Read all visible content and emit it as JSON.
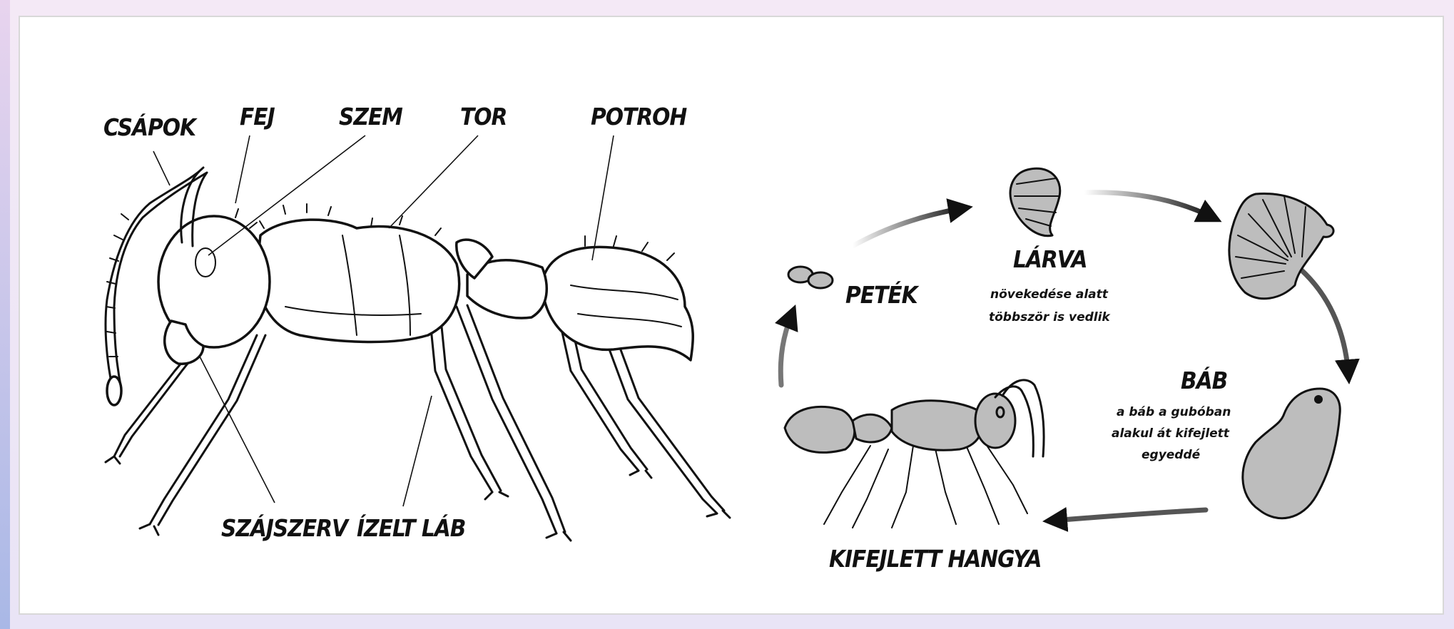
{
  "anatomy": {
    "antennae": "CSÁPOK",
    "head": "FEJ",
    "eye": "SZEM",
    "thorax": "TOR",
    "abdomen": "POTROH",
    "mouthparts": "SZÁJSZERV",
    "jointed_leg": "ÍZELT LÁB"
  },
  "lifecycle": {
    "eggs": "PETÉK",
    "larva": "LÁRVA",
    "larva_note_1": "növekedése alatt",
    "larva_note_2": "többször is vedlik",
    "pupa": "BÁB",
    "pupa_note_1": "a báb a gubóban",
    "pupa_note_2": "alakul át kifejlett",
    "pupa_note_3": "egyeddé",
    "adult": "KIFEJLETT HANGYA"
  },
  "colors": {
    "background": "#f4e9f6",
    "ink": "#111111",
    "stage_fill": "#bdbdbd"
  }
}
